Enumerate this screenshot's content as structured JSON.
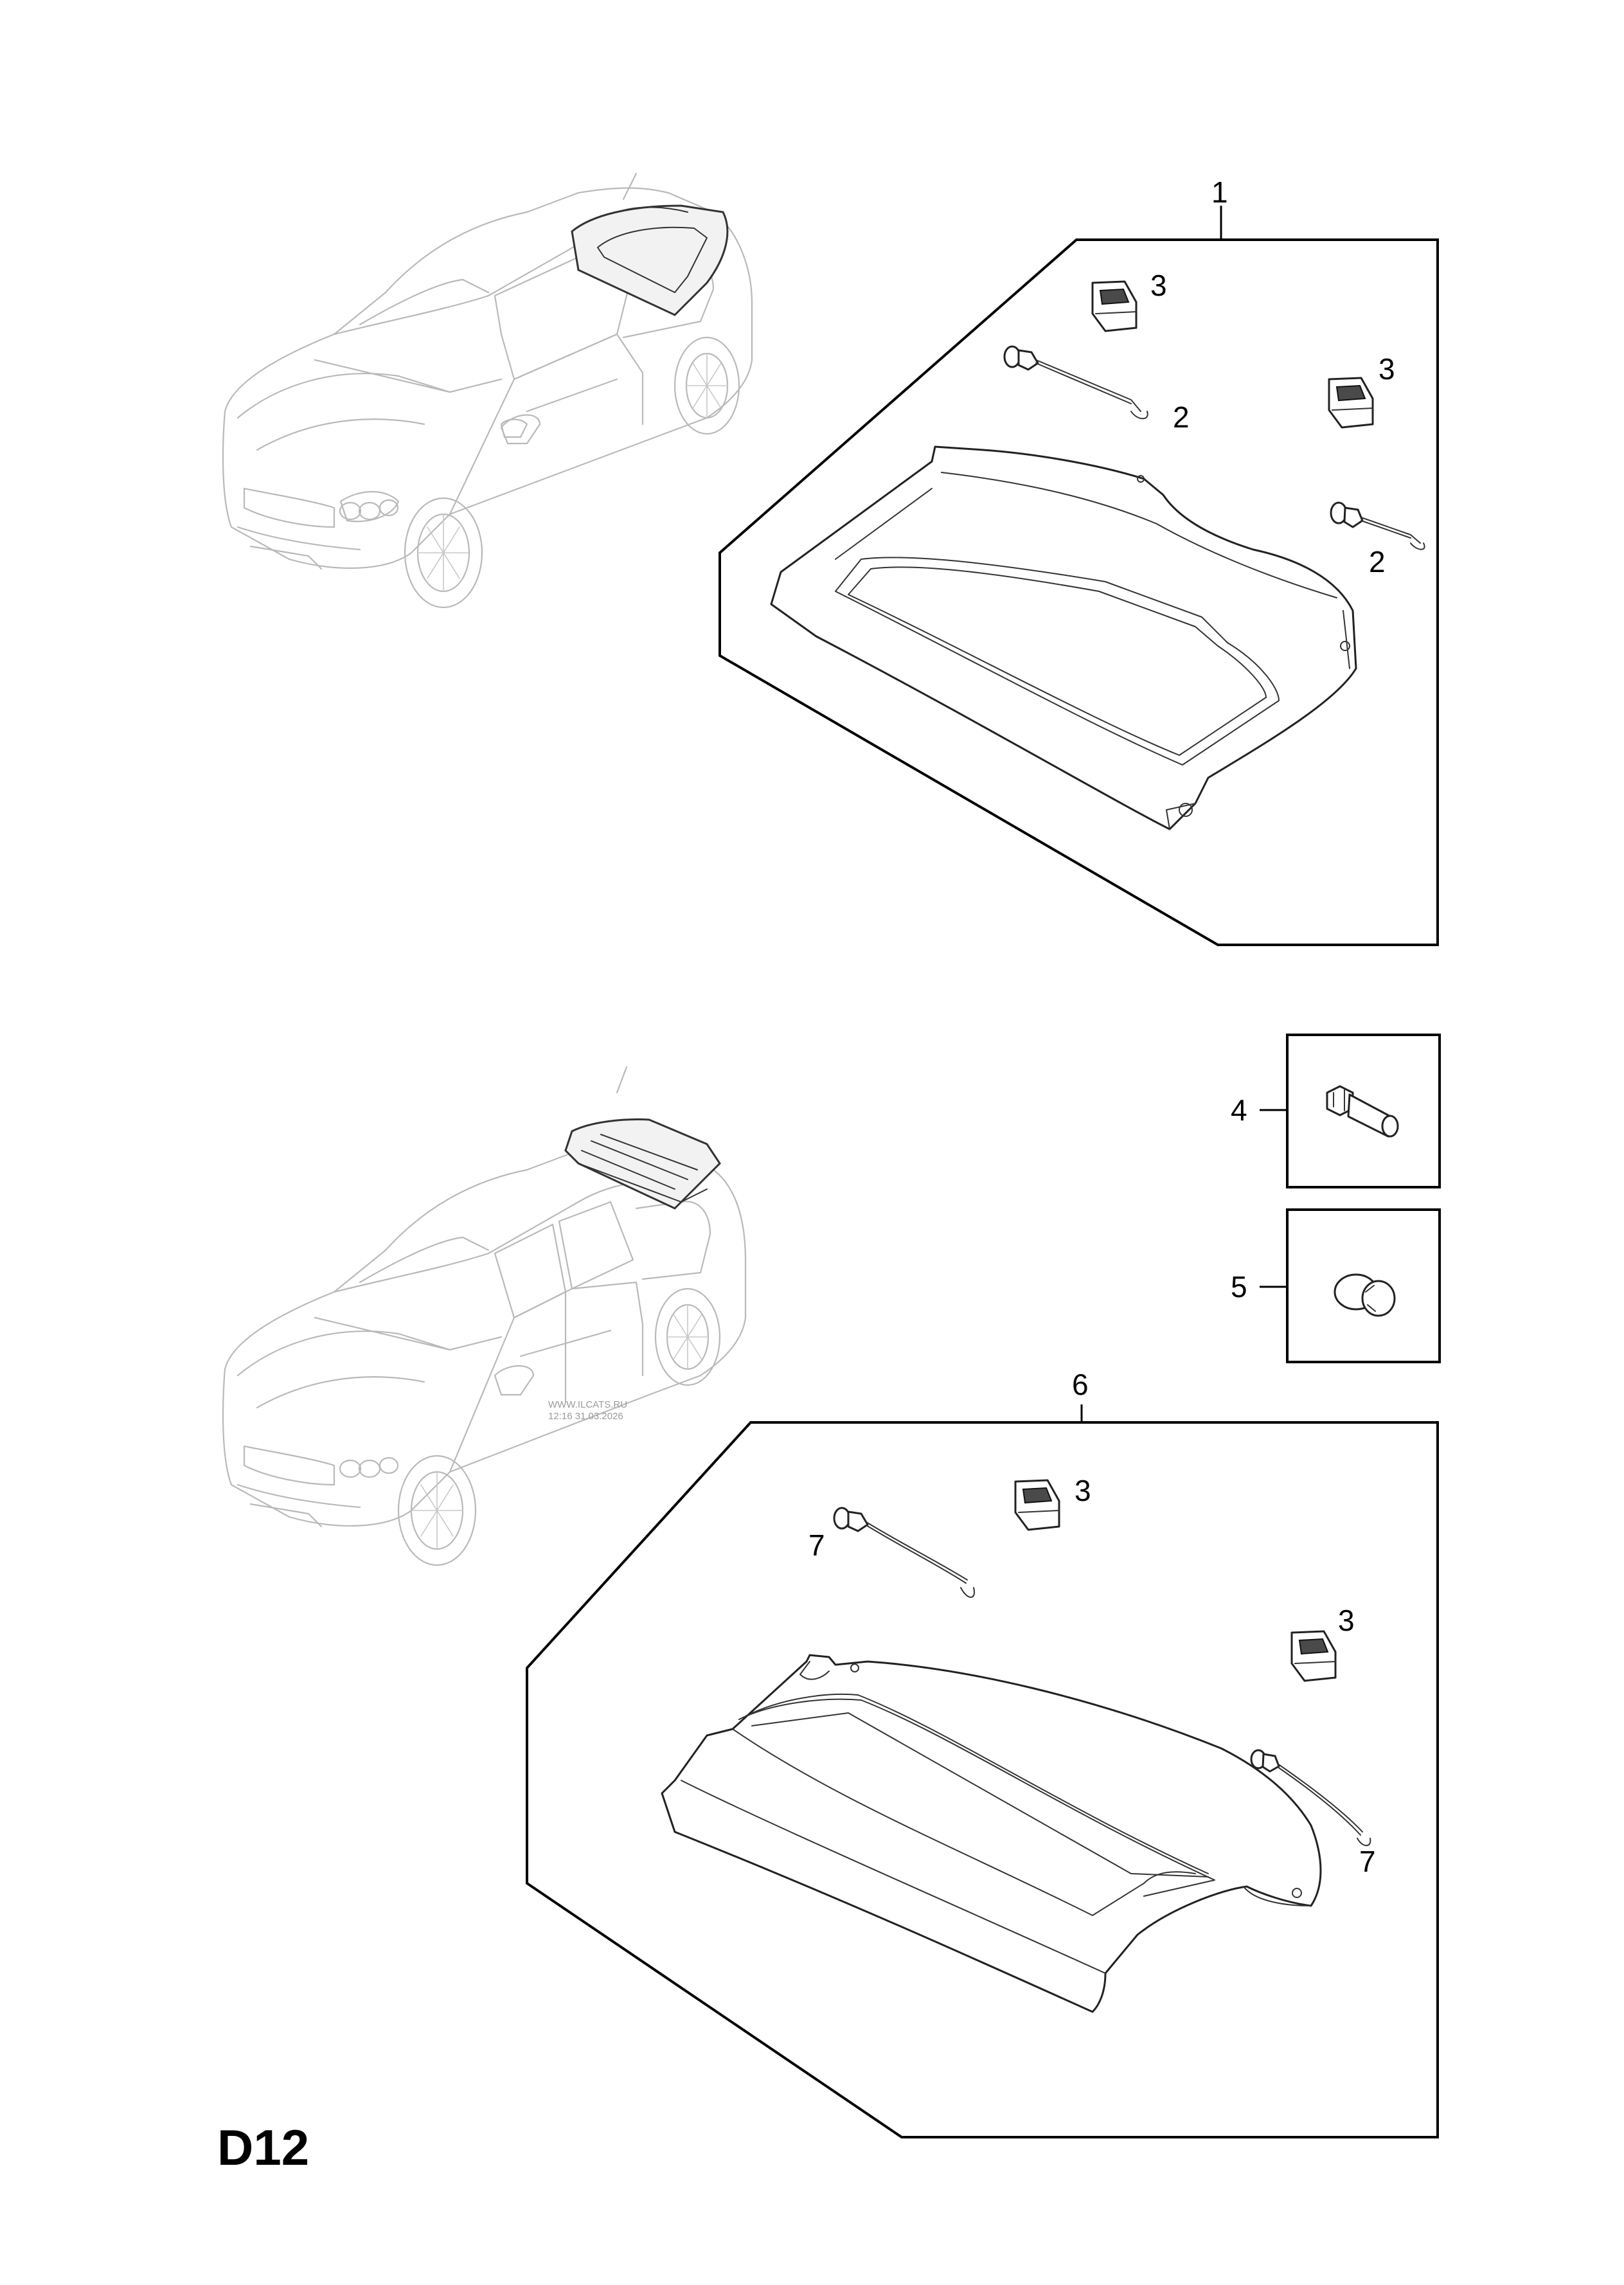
{
  "page_code": "D12",
  "watermark": {
    "line1": "WWW.ILCATS.RU",
    "line2": "12:16 31.03.2026"
  },
  "callouts": {
    "part_1": "1",
    "part_2_a": "2",
    "part_2_b": "2",
    "part_3_a": "3",
    "part_3_b": "3",
    "part_3_c": "3",
    "part_3_d": "3",
    "part_4": "4",
    "part_5": "5",
    "part_6": "6",
    "part_7_a": "7",
    "part_7_b": "7"
  },
  "icons": {
    "car_top": "hatchback-3door-icon",
    "car_bottom": "hatchback-5door-icon",
    "shelf_1": "parcel-shelf-icon",
    "shelf_6": "parcel-shelf-icon",
    "clip": "clip-icon",
    "cord": "cord-icon",
    "bolt": "bolt-icon",
    "knob": "ball-stud-icon"
  }
}
